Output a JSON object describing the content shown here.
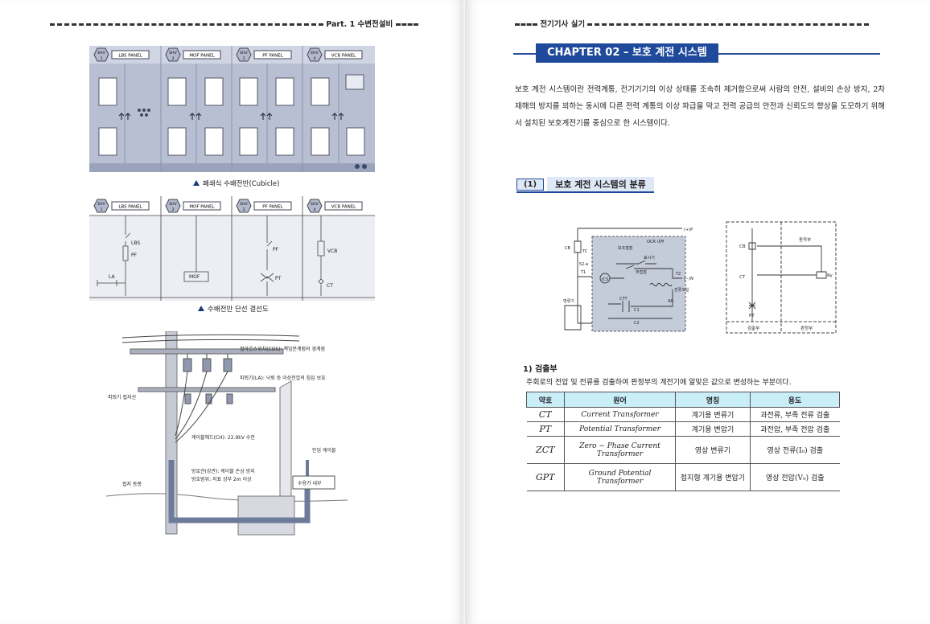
{
  "left_page": {
    "running_head": "Part. 1 수변전설비",
    "figure1": {
      "caption": "폐쇄식 수배전반(Cubicle)",
      "panels": [
        {
          "tag": "EHV",
          "num": "1",
          "label": "LBS PANEL"
        },
        {
          "tag": "EHV",
          "num": "2",
          "label": "MOF PANEL"
        },
        {
          "tag": "EHV",
          "num": "3",
          "label": "PF PANEL"
        },
        {
          "tag": "EHV",
          "num": "4",
          "label": "VCB PANEL"
        }
      ]
    },
    "figure2": {
      "caption": "수배전반 단선 결선도",
      "labels": {
        "lbs": "LBS",
        "pf": "PF",
        "la": "LA",
        "mof": "MOF",
        "pf2": "PF",
        "pt": "PT",
        "vcb": "VCB",
        "ct": "CT"
      }
    },
    "figure3": {
      "labels": {
        "cos": "컷아웃스위치(COS): 책임분계점의 경계점",
        "la": "피뢰기(LA): 낙뢰 등 이상전압의 침입 보호",
        "ground_wire": "피뢰기 접지선",
        "cable_head": "케이블헤드(CH): 22.9kV 수전",
        "inlet_cable": "인입 케이블",
        "conduit": "방호관(강관): 케이블 손상 방지",
        "range": "방호범위: 지표 상부 2m 이상",
        "ground_rod": "접지 동봉",
        "inside": "수용가 내부"
      }
    }
  },
  "right_page": {
    "running_head": "전기기사 실기",
    "chapter_title": "CHAPTER 02 – 보호 계전 시스템",
    "intro": "보호 계전 시스템이란 전력계통, 전기기기의 이상 상태를 조속히 제거함으로써 사람의 안전, 설비의 손상 방지, 2차 재해의 방지를 꾀하는 동시에 다른 전력 계통의 이상 파급을 막고 전력 공급의 안전과 신뢰도의 향상을 도모하기 위해서 설치된 보호계전기를 중심으로 한 시스템이다.",
    "section": {
      "num": "(1)",
      "title": "보호 계전 시스템의 분류"
    },
    "diagram_left": {
      "labels": {
        "p": "(+)P",
        "n": "(−)N",
        "cb": "CB",
        "tc": "TC",
        "ocr": "OCR 내부",
        "s52a": "52-a",
        "t1": "T1",
        "t2": "T2",
        "contact": "보조접점",
        "indicator": "표시기",
        "main_contact": "주접점",
        "ics": "ICS",
        "trip_coil": "전류코일",
        "a4": "4A",
        "ct_label": "변류기",
        "ctt": "CTT",
        "c1": "C1",
        "c2": "C2"
      }
    },
    "diagram_right": {
      "labels": {
        "action": "동작부",
        "cb": "CB",
        "ct": "CT",
        "ry": "Ry",
        "pt": "PT",
        "detect": "검출부",
        "judge": "판정부"
      }
    },
    "subsection": {
      "heading": "1) 검출부",
      "desc": "주회로의 전압 및 전류를 검출하여 판정부의 계전기에 알맞은 값으로 변성하는 부분이다."
    },
    "table": {
      "headers": [
        "약호",
        "원어",
        "명칭",
        "용도"
      ],
      "rows": [
        {
          "abbr": "CT",
          "term": "Current Transformer",
          "name": "계기용 변류기",
          "use": "과전류, 부족 전류 검출"
        },
        {
          "abbr": "PT",
          "term": "Potential Transformer",
          "name": "계기용 변압기",
          "use": "과전압, 부족 전압 검출"
        },
        {
          "abbr": "ZCT",
          "term": "Zero − Phase Current Transformer",
          "name": "영상 변류기",
          "use": "영상 전류(I₀) 검출"
        },
        {
          "abbr": "GPT",
          "term": "Ground Potential Transformer",
          "name": "접지형 계기용 변압기",
          "use": "영상 전압(V₀) 검출"
        }
      ]
    }
  }
}
